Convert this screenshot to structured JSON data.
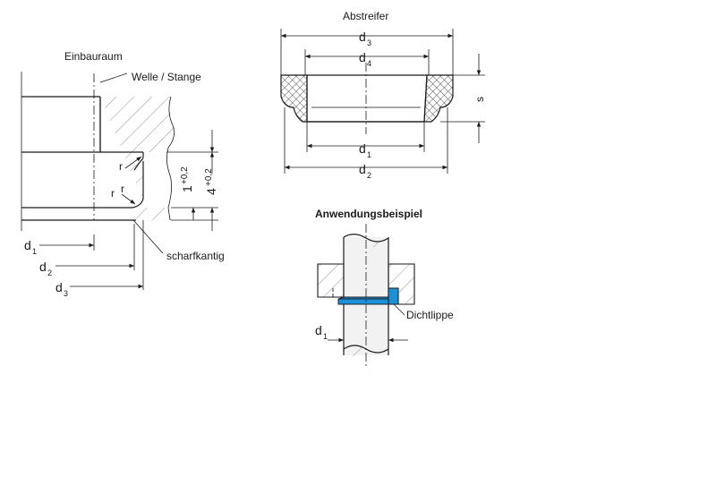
{
  "left_drawing": {
    "install_space_label": "Einbauraum",
    "shaft_label": "Welle / Stange",
    "radius_label": "r",
    "sharp_edge_label": "scharfkantig",
    "dim_1": {
      "main": "1",
      "tol": "+0,2"
    },
    "dim_4": {
      "main": "4",
      "tol": "+0,2"
    },
    "d1": {
      "main": "d",
      "sub": "1"
    },
    "d2": {
      "main": "d",
      "sub": "2"
    },
    "d3": {
      "main": "d",
      "sub": "3"
    }
  },
  "top_drawing": {
    "title": "Abstreifer",
    "d3": {
      "main": "d",
      "sub": "3"
    },
    "d4": {
      "main": "d",
      "sub": "4"
    },
    "d1": {
      "main": "d",
      "sub": "1"
    },
    "d2": {
      "main": "d",
      "sub": "2"
    },
    "s_label": "s"
  },
  "example_drawing": {
    "title": "Anwendungsbeispiel",
    "lip_label": "Dichtlippe",
    "d1": {
      "main": "d",
      "sub": "1"
    },
    "lip_color": "#1e90d6"
  }
}
